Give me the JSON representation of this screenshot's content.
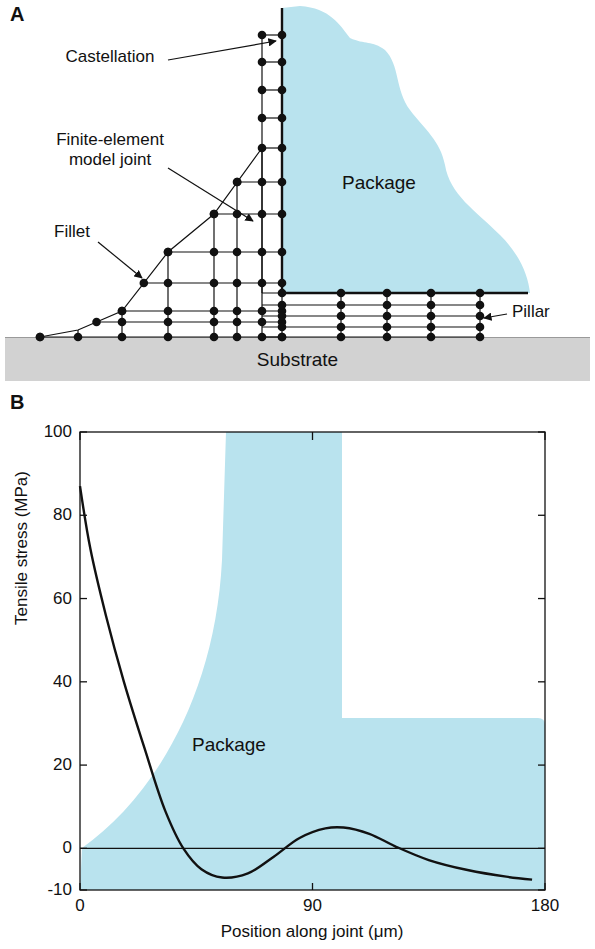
{
  "diagram": {
    "nodes": [
      {
        "text": [
          "Package"
        ]
      },
      {
        "text": [
          "Substrate"
        ]
      },
      {
        "text": [
          "Package"
        ]
      }
    ],
    "labels": [
      "A",
      "Castellation",
      "Finite-element model joint",
      "Fillet",
      "Pillar",
      "B",
      "100",
      "80",
      "60",
      "40",
      "20",
      "0",
      "-10",
      "0",
      "90",
      "180",
      "Tensile stress (MPa)",
      "Position along joint (μm)"
    ]
  }
}
